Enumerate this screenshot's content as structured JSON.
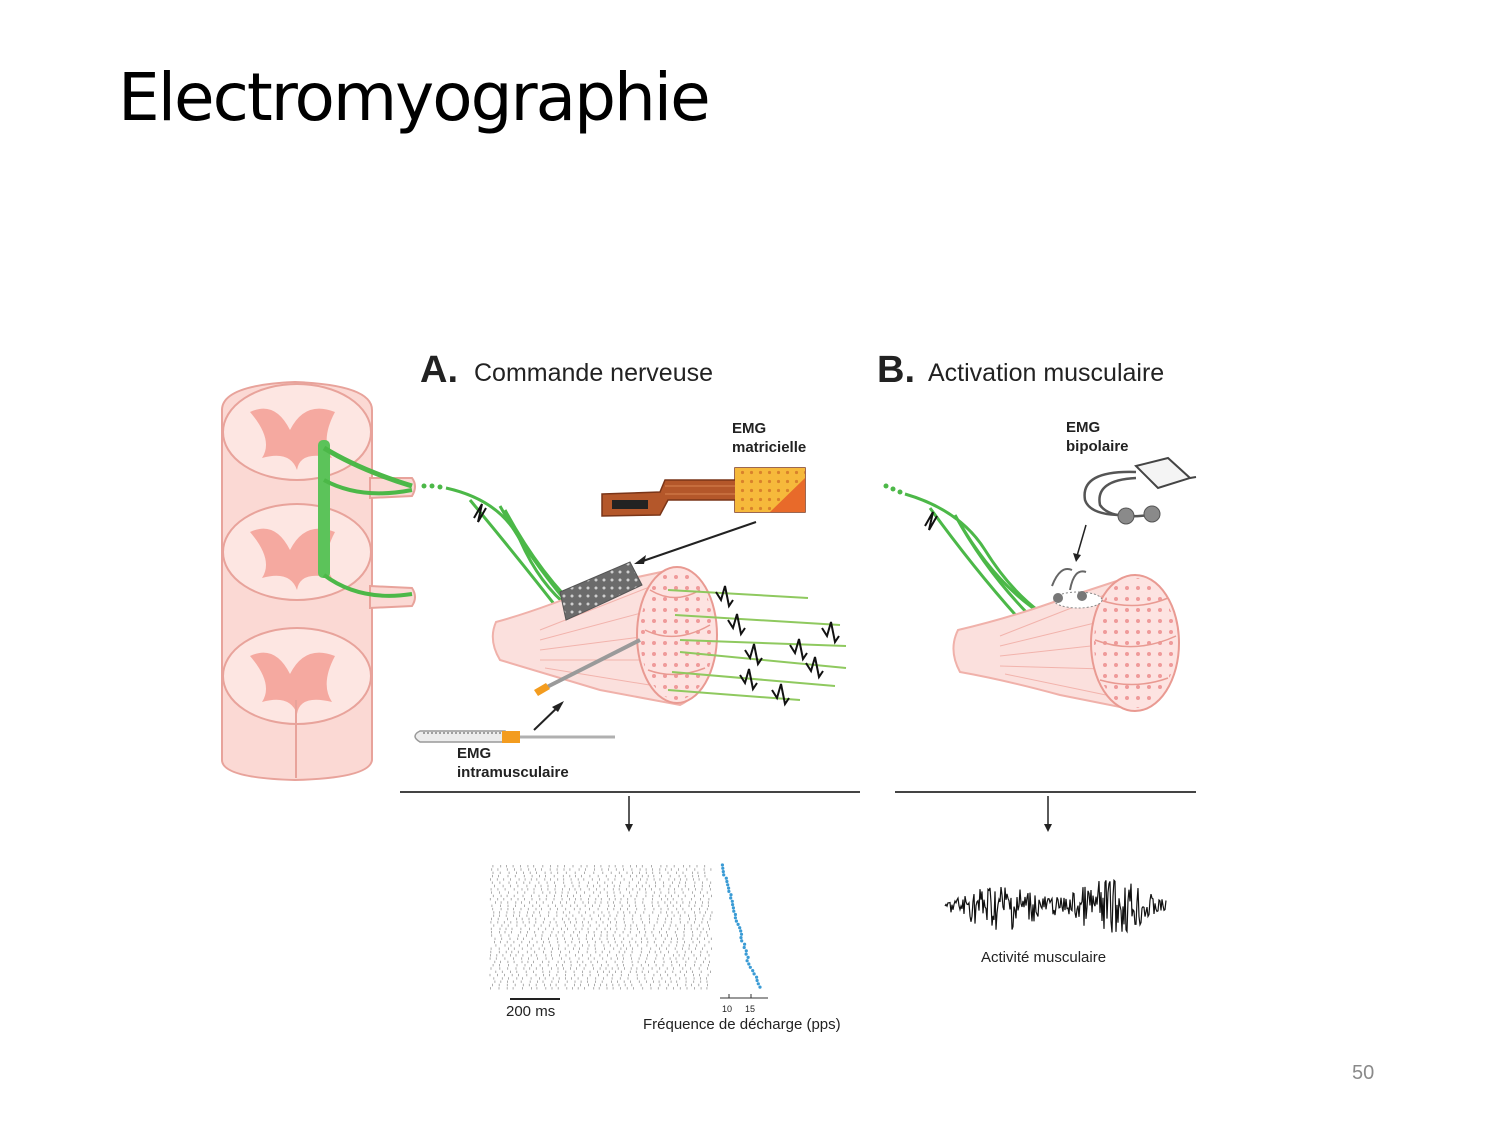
{
  "slide": {
    "title": "Electromyographie",
    "page_number": "50"
  },
  "panel_a": {
    "letter": "A.",
    "heading": "Commande nerveuse",
    "emg_matrix": {
      "line1": "EMG",
      "line2": "matricielle"
    },
    "emg_intramuscular": {
      "line1": "EMG",
      "line2": "intramusculaire"
    },
    "scale_bar": "200 ms",
    "freq_ticks": [
      "10",
      "15"
    ],
    "freq_axis": "Fréquence de décharge (pps)"
  },
  "panel_b": {
    "letter": "B.",
    "heading": "Activation musculaire",
    "emg_bipolar": {
      "line1": "EMG",
      "line2": "bipolaire"
    },
    "activity_label": "Activité musculaire"
  },
  "colors": {
    "nerve": "#4cb848",
    "muscle": "#f2b8b8",
    "muscle_fill": "#fde3e1",
    "cord": "#f7c9c4",
    "electrode_orange": "#f39c1f",
    "matrix_brown": "#b4572a",
    "matrix_orange": "#f5a623",
    "freq_dots": "#3a9bd5"
  }
}
